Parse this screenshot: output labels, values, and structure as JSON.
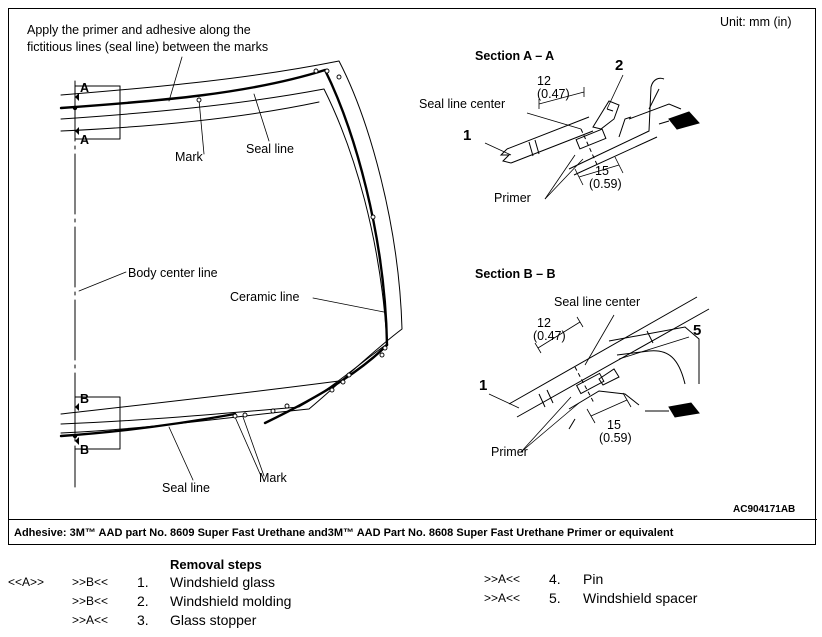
{
  "figure": {
    "unit": "Unit: mm (in)",
    "note_line1": "Apply the primer and adhesive along the",
    "note_line2": "fictitious lines (seal line) between the marks",
    "label_a": "A",
    "label_b": "B",
    "mark": "Mark",
    "seal_line": "Seal line",
    "body_center_line": "Body center line",
    "ceramic_line": "Ceramic line",
    "section_aa": {
      "title": "Section A – A",
      "seal_line_center": "Seal line center",
      "dim_top": "12",
      "dim_top_in": "(0.47)",
      "dim_bottom": "15",
      "dim_bottom_in": "(0.59)",
      "callout_1": "1",
      "callout_2": "2",
      "primer": "Primer"
    },
    "section_bb": {
      "title": "Section B – B",
      "seal_line_center": "Seal line center",
      "dim_top": "12",
      "dim_top_in": "(0.47)",
      "dim_bottom": "15",
      "dim_bottom_in": "(0.59)",
      "callout_1": "1",
      "callout_5": "5",
      "primer": "Primer"
    },
    "figure_id": "AC904171AB"
  },
  "adhesive_note": "Adhesive: 3M™ AAD part No. 8609 Super Fast Urethane and3M™ AAD Part No. 8608 Super Fast Urethane Primer or equivalent",
  "removal": {
    "title": "Removal steps",
    "steps": [
      {
        "pre": "<<A>>",
        "tag": ">>B<<",
        "num": "1.",
        "label": "Windshield glass"
      },
      {
        "pre": "",
        "tag": ">>B<<",
        "num": "2.",
        "label": "Windshield molding"
      },
      {
        "pre": "",
        "tag": ">>A<<",
        "num": "3.",
        "label": "Glass stopper"
      },
      {
        "pre": "",
        "tag": ">>A<<",
        "num": "4.",
        "label": "Pin"
      },
      {
        "pre": "",
        "tag": ">>A<<",
        "num": "5.",
        "label": "Windshield spacer"
      }
    ]
  }
}
